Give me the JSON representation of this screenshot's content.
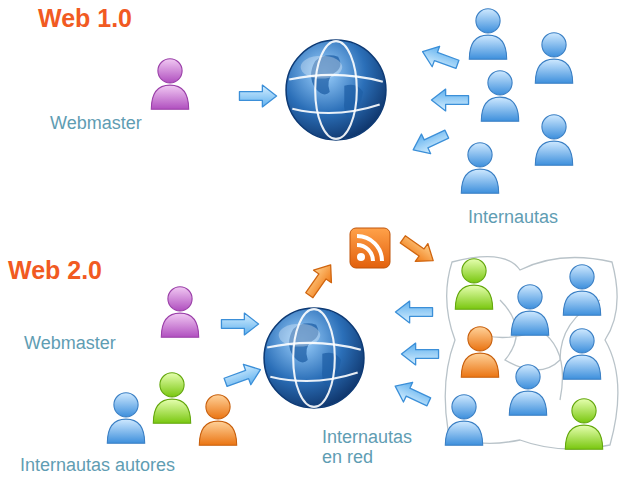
{
  "diagram": {
    "labels": [
      "Web 1.0",
      "Webmaster",
      "Internautas",
      "Web 2.0",
      "Webmaster",
      "Internautas autores",
      "Internautas en red"
    ]
  }
}
